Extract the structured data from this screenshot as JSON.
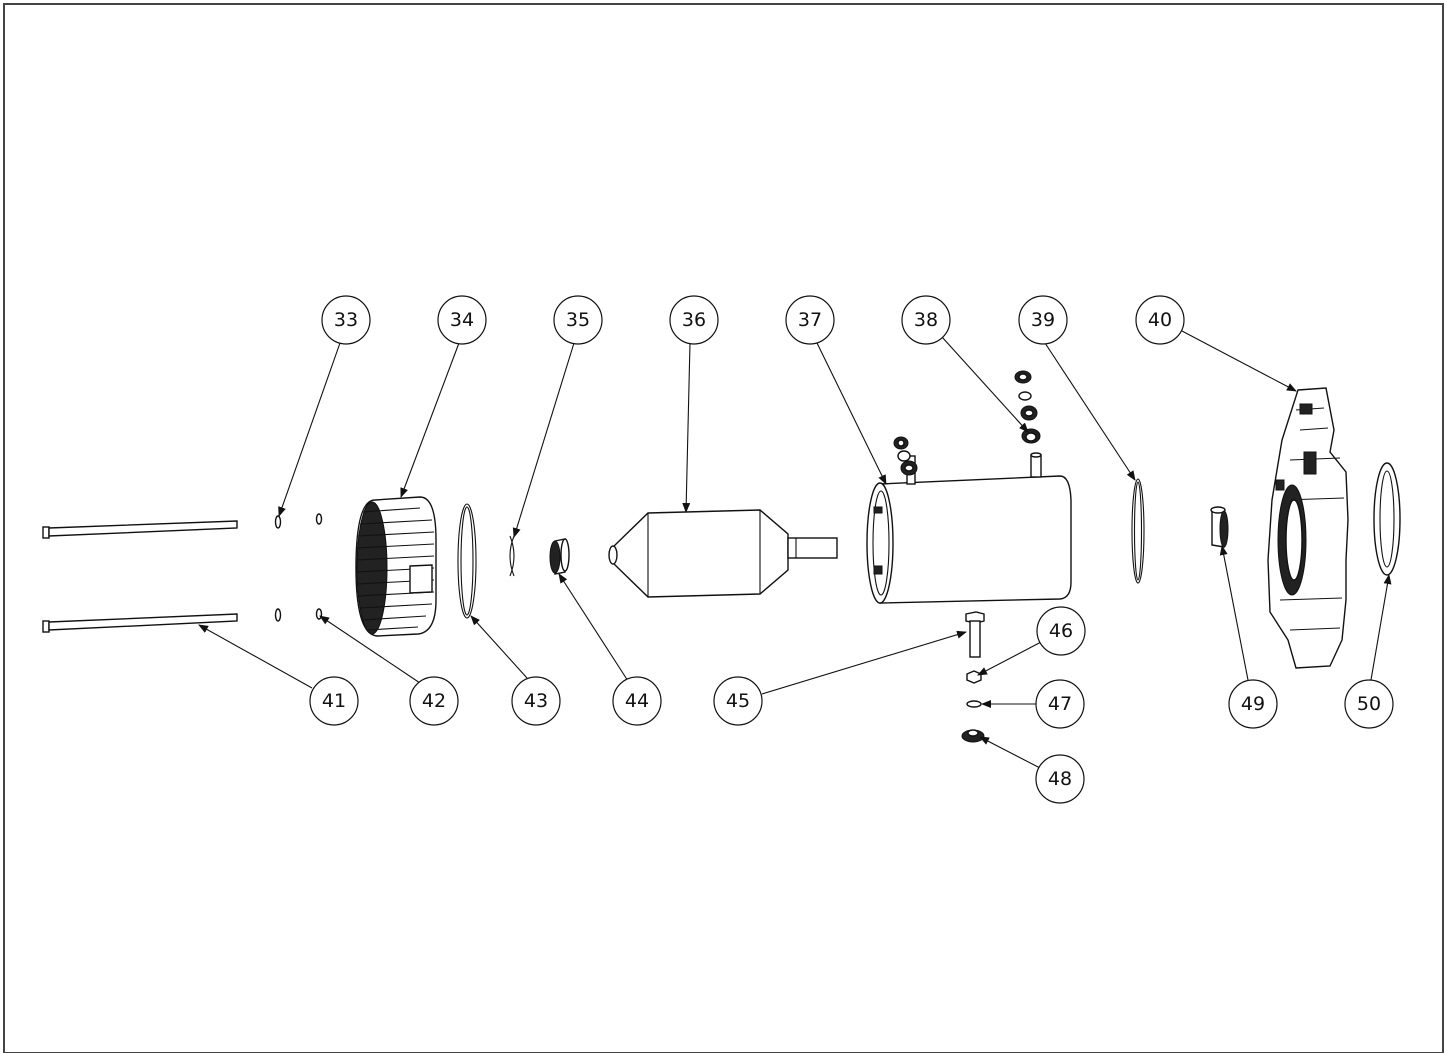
{
  "callouts": [
    {
      "id": "33",
      "label": "33"
    },
    {
      "id": "34",
      "label": "34"
    },
    {
      "id": "35",
      "label": "35"
    },
    {
      "id": "36",
      "label": "36"
    },
    {
      "id": "37",
      "label": "37"
    },
    {
      "id": "38",
      "label": "38"
    },
    {
      "id": "39",
      "label": "39"
    },
    {
      "id": "40",
      "label": "40"
    },
    {
      "id": "41",
      "label": "41"
    },
    {
      "id": "42",
      "label": "42"
    },
    {
      "id": "43",
      "label": "43"
    },
    {
      "id": "44",
      "label": "44"
    },
    {
      "id": "45",
      "label": "45"
    },
    {
      "id": "46",
      "label": "46"
    },
    {
      "id": "47",
      "label": "47"
    },
    {
      "id": "48",
      "label": "48"
    },
    {
      "id": "49",
      "label": "49"
    },
    {
      "id": "50",
      "label": "50"
    }
  ]
}
